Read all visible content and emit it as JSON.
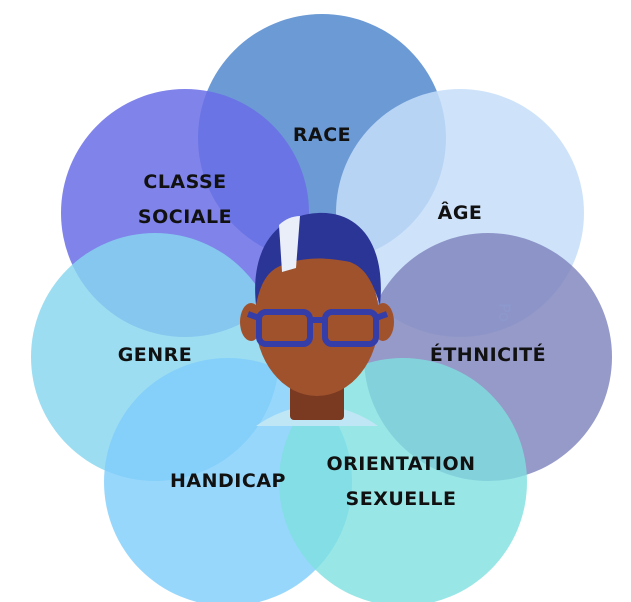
{
  "diagram": {
    "circles": [
      {
        "id": "race",
        "lines": [
          "RACE"
        ],
        "color": "#5b8fd0"
      },
      {
        "id": "age",
        "lines": [
          "ÂGE"
        ],
        "color": "#c6def9"
      },
      {
        "id": "classe-sociale",
        "lines": [
          "CLASSE",
          "SOCIALE"
        ],
        "color": "#6a6de6"
      },
      {
        "id": "ethnicite",
        "lines": [
          "ÉTHNICITÉ"
        ],
        "color": "#7f84bd"
      },
      {
        "id": "genre",
        "lines": [
          "GENRE"
        ],
        "color": "#86d6ef"
      },
      {
        "id": "handicap",
        "lines": [
          "HANDICAP"
        ],
        "color": "#7ecdfb"
      },
      {
        "id": "orientation-sexuelle",
        "lines": [
          "ORIENTATION",
          "SEXUELLE"
        ],
        "color": "#7ee0e0"
      }
    ],
    "watermark": "Po",
    "figure_colors": {
      "skin": "#a0522d",
      "hair": "#2b3596",
      "hair_highlight": "#e9eef8",
      "glasses": "#343da8",
      "shirt": "#bfe6f5",
      "neck_shadow": "#7a3a22"
    }
  }
}
